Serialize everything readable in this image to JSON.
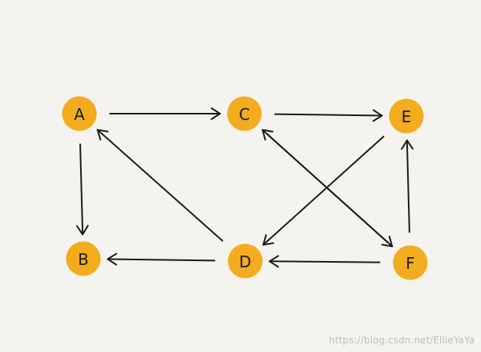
{
  "diagram": {
    "type": "directed-graph",
    "node_color": "#f3ac1d",
    "line_color": "#1a1a1a",
    "background_color": "#f4f3ef",
    "nodes": [
      {
        "id": "A",
        "label": "A"
      },
      {
        "id": "B",
        "label": "B"
      },
      {
        "id": "C",
        "label": "C"
      },
      {
        "id": "D",
        "label": "D"
      },
      {
        "id": "E",
        "label": "E"
      },
      {
        "id": "F",
        "label": "F"
      }
    ],
    "edges": [
      {
        "from": "A",
        "to": "C"
      },
      {
        "from": "C",
        "to": "E"
      },
      {
        "from": "A",
        "to": "B"
      },
      {
        "from": "D",
        "to": "A"
      },
      {
        "from": "D",
        "to": "B"
      },
      {
        "from": "E",
        "to": "D"
      },
      {
        "from": "F",
        "to": "C"
      },
      {
        "from": "C",
        "to": "F"
      },
      {
        "from": "F",
        "to": "D"
      },
      {
        "from": "F",
        "to": "E"
      }
    ]
  },
  "watermark": "https://blog.csdn.net/EllieYaYa"
}
